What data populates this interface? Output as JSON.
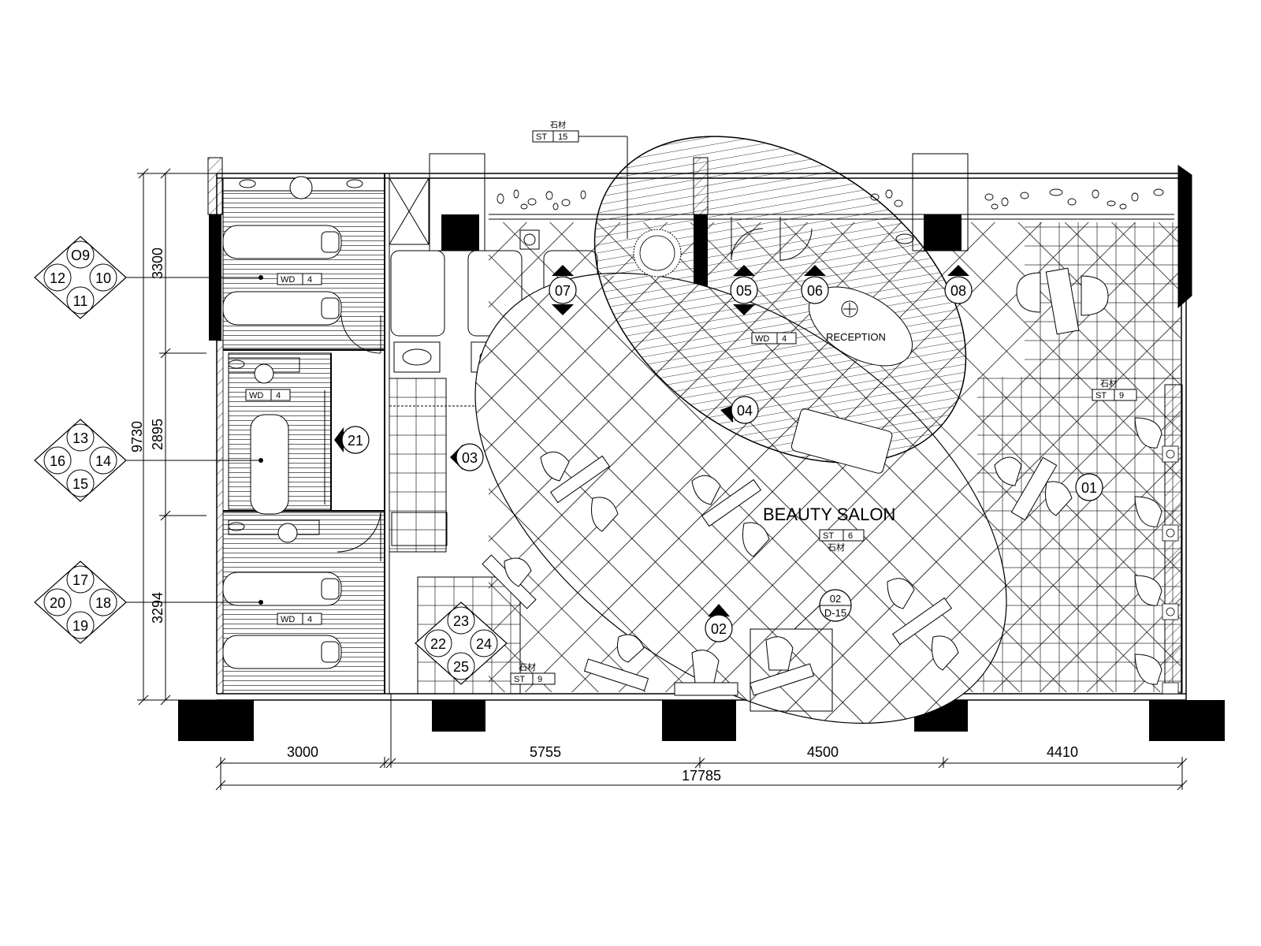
{
  "room_label": "BEAUTY SALON",
  "reception_label": "RECEPTION",
  "material_tags": [
    {
      "code": "ST",
      "num": "15",
      "note": "石材"
    },
    {
      "code": "WD",
      "num": "4",
      "note": ""
    },
    {
      "code": "WD",
      "num": "4",
      "note": ""
    },
    {
      "code": "WD",
      "num": "4",
      "note": ""
    },
    {
      "code": "WD",
      "num": "4",
      "note": ""
    },
    {
      "code": "ST",
      "num": "9",
      "note": "石材"
    },
    {
      "code": "ST",
      "num": "6",
      "note": "石材"
    },
    {
      "code": "ST",
      "num": "9",
      "note": "石材"
    }
  ],
  "elevation_markers": [
    "01",
    "02",
    "03",
    "04",
    "05",
    "06",
    "07",
    "08",
    "21"
  ],
  "detail_callout": {
    "top": "02",
    "bottom": "D-15"
  },
  "index_groups": [
    {
      "top": "O9",
      "left": "12",
      "right": "10",
      "bottom": "11"
    },
    {
      "top": "13",
      "left": "16",
      "right": "14",
      "bottom": "15"
    },
    {
      "top": "17",
      "left": "20",
      "right": "18",
      "bottom": "19"
    },
    {
      "top": "23",
      "left": "22",
      "right": "24",
      "bottom": "25"
    }
  ],
  "dimensions": {
    "vertical_total": "9730",
    "vertical_segments": [
      "3300",
      "2895",
      "3294"
    ],
    "horizontal_segments": [
      "3000",
      "5755",
      "4500",
      "4410"
    ],
    "horizontal_total": "17785"
  }
}
